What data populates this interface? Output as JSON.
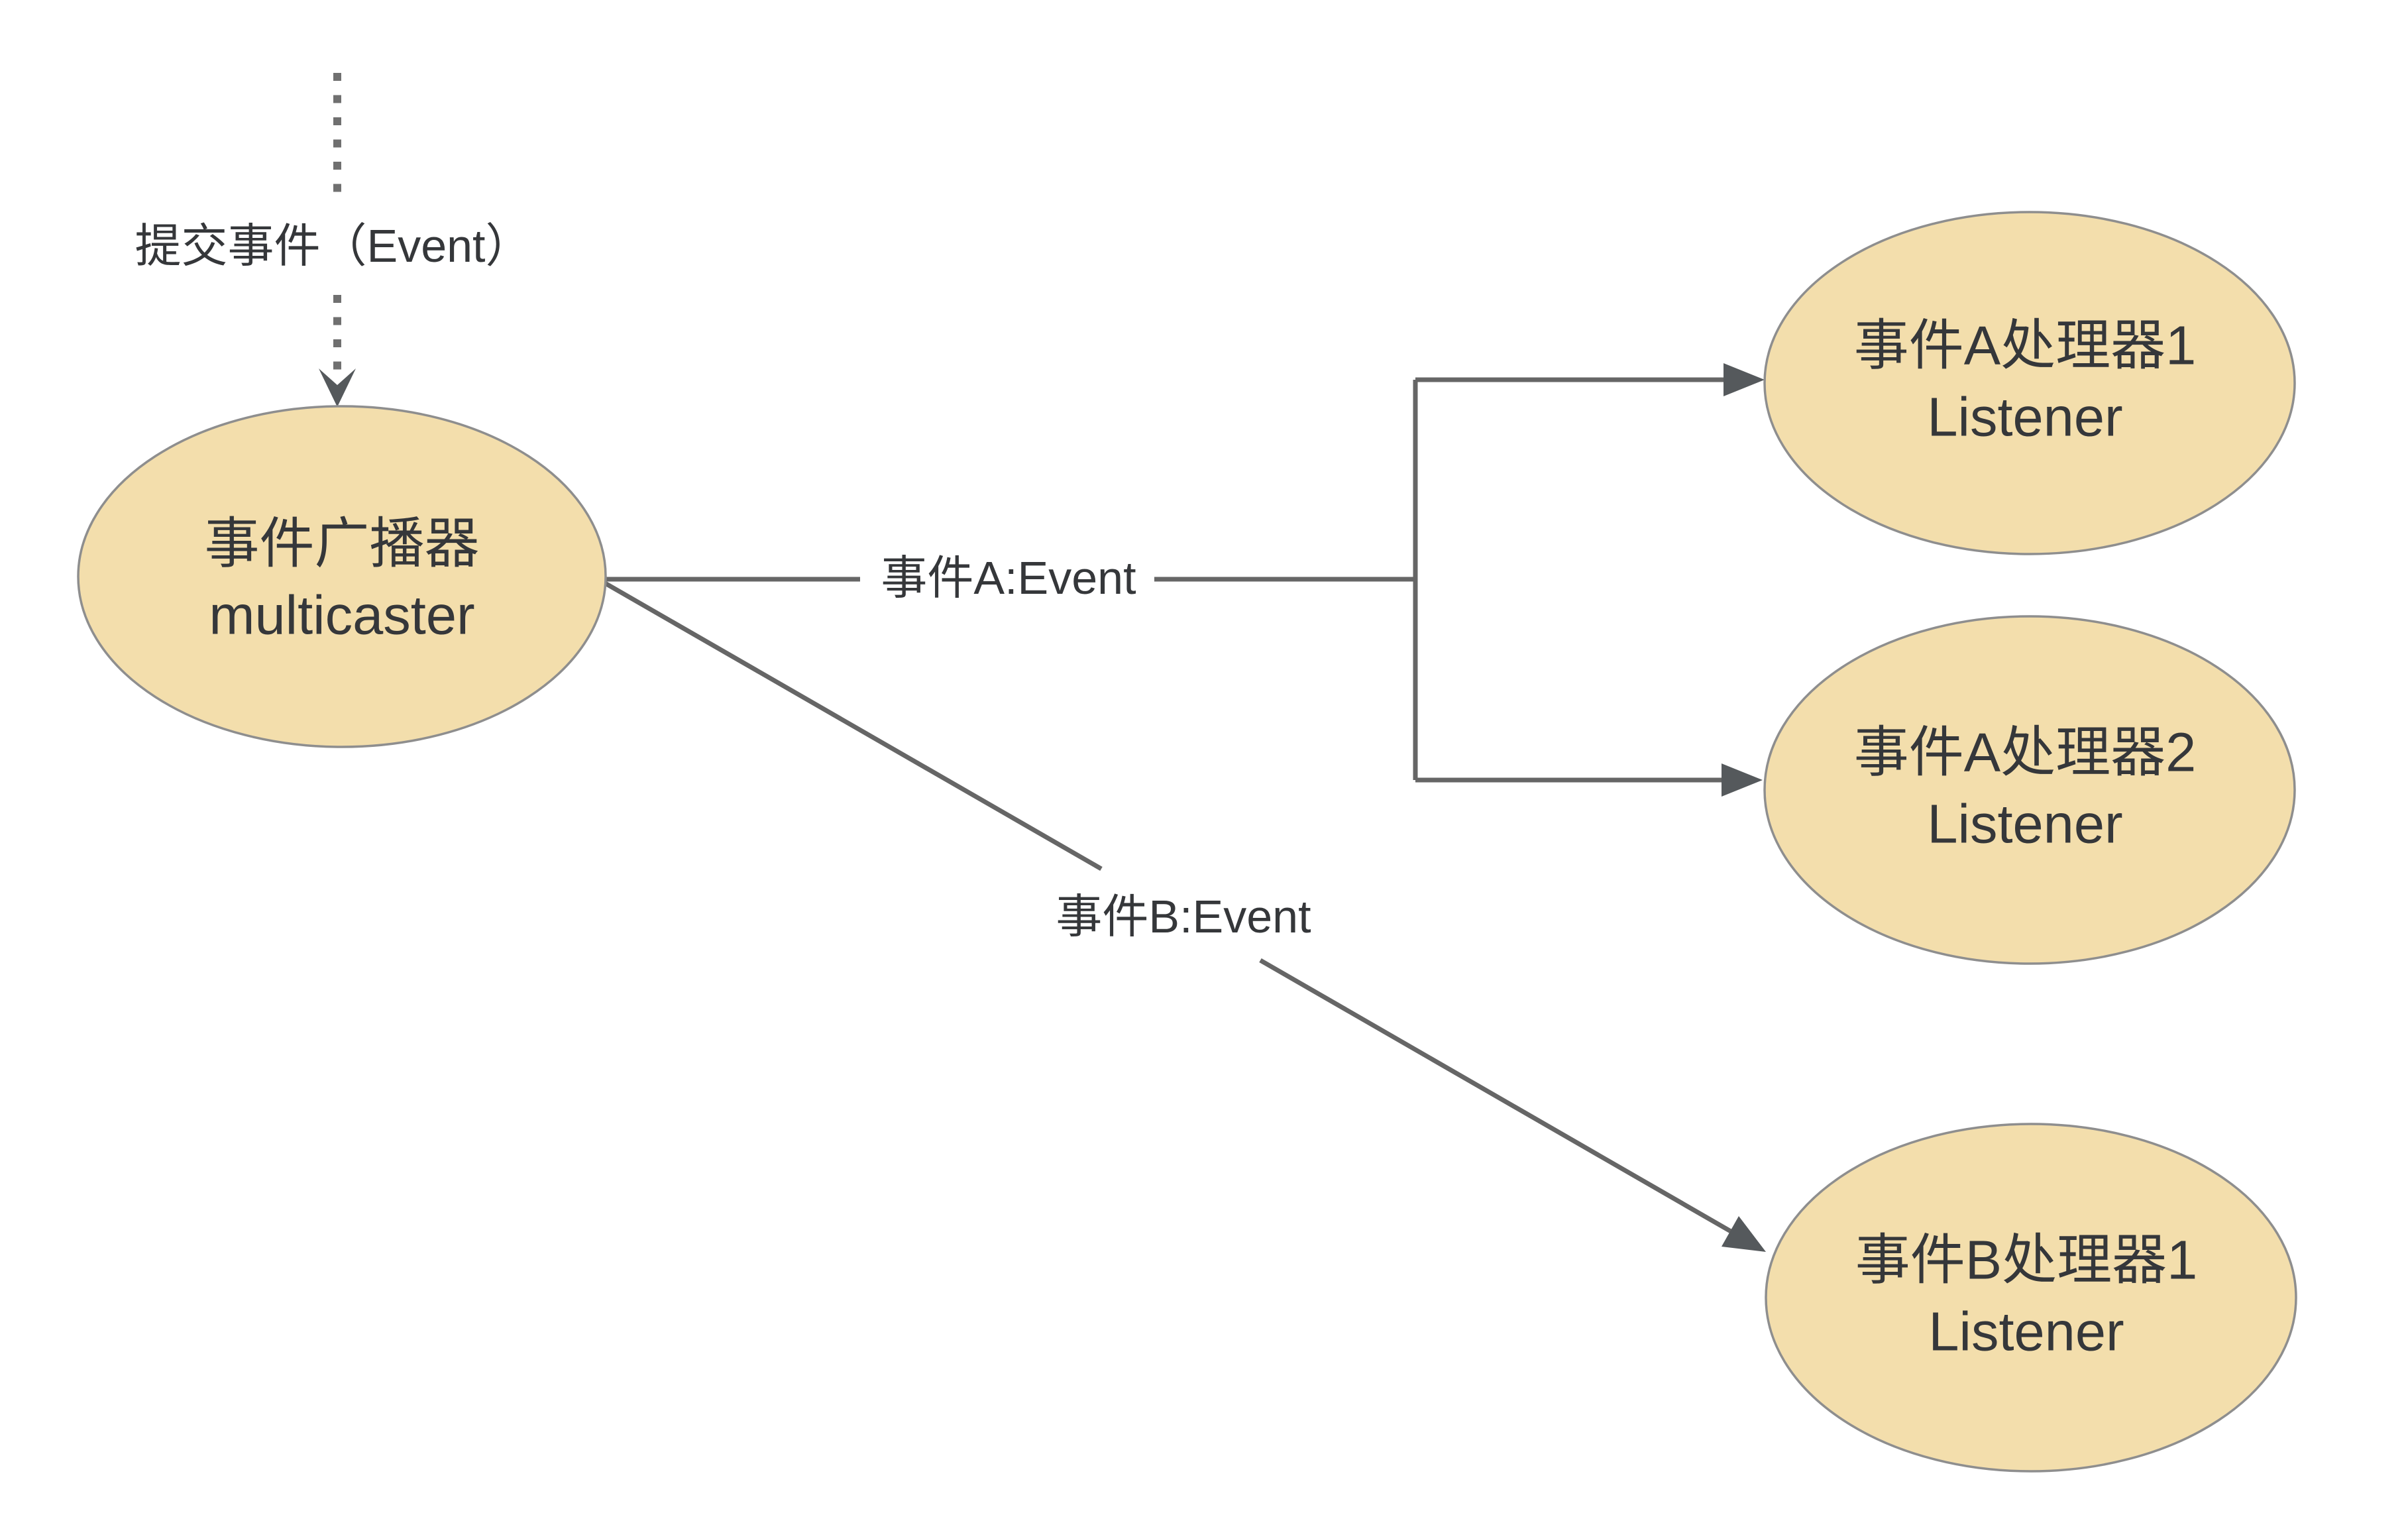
{
  "diagram": {
    "background": "#FFFFFF",
    "colors": {
      "node_fill": "#F3DEAC",
      "node_stroke": "#8E8E8E",
      "connector_line": "#666666",
      "dashed_line": "#707070",
      "arrowhead": "#55595C",
      "text": "#35373A"
    },
    "labels": {
      "submit_event": "提交事件（Event）",
      "event_a": "事件A:Event",
      "event_b": "事件B:Event"
    },
    "nodes": {
      "multicaster": {
        "line1": "事件广播器",
        "line2": "multicaster"
      },
      "listener_a1": {
        "line1": "事件A处理器1",
        "line2": "Listener"
      },
      "listener_a2": {
        "line1": "事件A处理器2",
        "line2": "Listener"
      },
      "listener_b1": {
        "line1": "事件B处理器1",
        "line2": "Listener"
      }
    }
  }
}
